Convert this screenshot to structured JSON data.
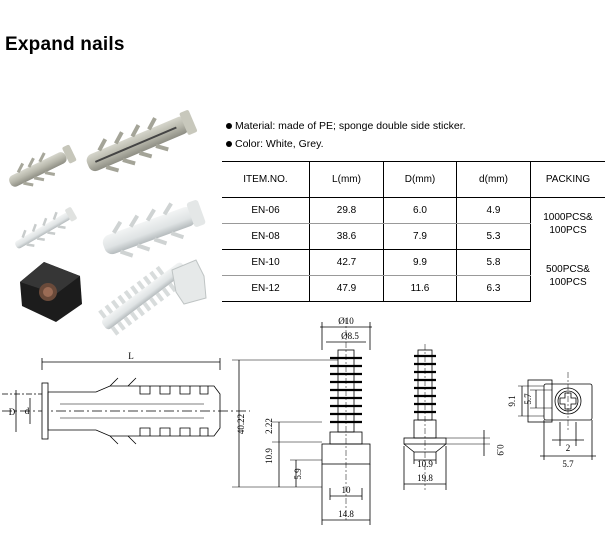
{
  "title": "Expand nails",
  "bullets": [
    "Material: made of PE; sponge double side sticker.",
    "Color: White, Grey."
  ],
  "table": {
    "headers": [
      "ITEM.NO.",
      "L(mm)",
      "D(mm)",
      "d(mm)",
      "PACKING"
    ],
    "rows": [
      {
        "item": "EN-06",
        "L": "29.8",
        "D": "6.0",
        "d": "4.9"
      },
      {
        "item": "EN-08",
        "L": "38.6",
        "D": "7.9",
        "d": "5.3"
      },
      {
        "item": "EN-10",
        "L": "42.7",
        "D": "9.9",
        "d": "5.8"
      },
      {
        "item": "EN-12",
        "L": "47.9",
        "D": "11.6",
        "d": "6.3"
      }
    ],
    "packing": [
      {
        "line1": "1000PCS&",
        "line2": "100PCS"
      },
      {
        "line1": "500PCS&",
        "line2": "100PCS"
      }
    ]
  },
  "drawing1": {
    "L": "L",
    "D": "D",
    "d": "d"
  },
  "drawing2": {
    "d10": "Ø10",
    "d85": "Ø8.5",
    "h4022": "40.22",
    "h222": "2.22",
    "h109": "10.9",
    "h59": "5.9",
    "w10": "10",
    "w148": "14.8"
  },
  "drawing3": {
    "w109": "10.9",
    "w198": "19.8",
    "h09": "0.9"
  },
  "drawing4": {
    "h91": "9.1",
    "h57": "5.7",
    "w2": "2",
    "w57": "5.7"
  }
}
